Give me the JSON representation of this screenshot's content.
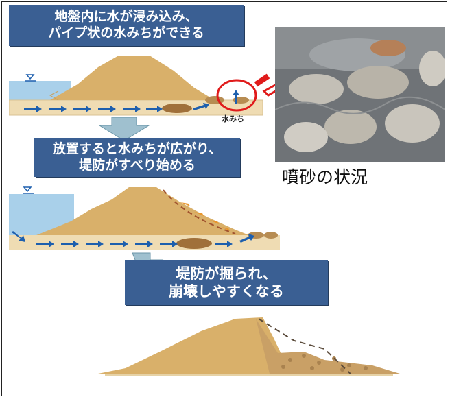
{
  "banners": {
    "step1": {
      "line1": "地盤内に水が浸み込み、",
      "line2": "パイプ状の水みちができる"
    },
    "step2": {
      "line1": "放置すると水みちが広がり、",
      "line2": "堤防がすべり始める"
    },
    "step3": {
      "line1": "堤防が掘られ、",
      "line2": "崩壊しやすくなる"
    }
  },
  "labels": {
    "water_path": "水みち",
    "photo_caption": "噴砂の状況"
  },
  "colors": {
    "banner": "#3a5f93",
    "embankment": "#d9b06a",
    "ground": "#efdcb3",
    "water": "#a9d0ea",
    "arrow": "#1d5fae",
    "highlight": "#e01b1b"
  }
}
